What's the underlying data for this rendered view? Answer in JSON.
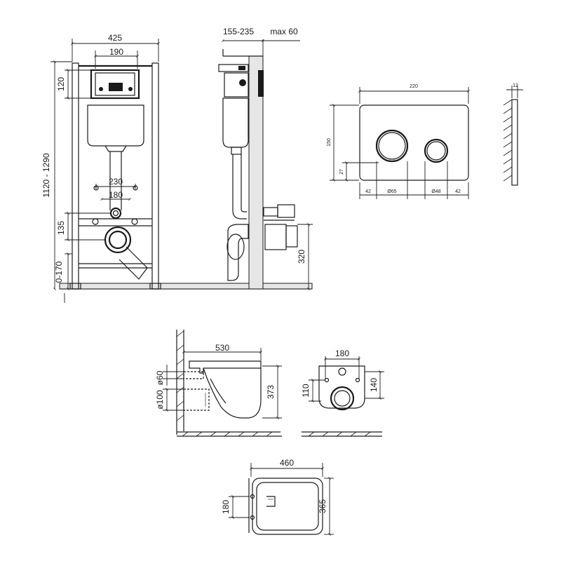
{
  "frame": {
    "width": "425",
    "flush_width": "190",
    "height_range": "1120 - 1290",
    "top_offset": "120",
    "stud_spacing": "230",
    "drain_spacing": "180",
    "outlet_height": "135",
    "foot_range": "0-170"
  },
  "side_view": {
    "depth_range": "155-235",
    "wall_max": "max 60",
    "outlet_height": "320"
  },
  "flush_plate": {
    "width": "220",
    "height": "150",
    "thickness": "12",
    "bottom_offset": "27",
    "margin_left": "42",
    "big_button": "Ø65",
    "small_button": "Ø48",
    "margin_right": "42"
  },
  "bowl_side": {
    "length": "530",
    "height": "373",
    "pipe_small": "ø60",
    "pipe_large": "ø100"
  },
  "bowl_back": {
    "stud_spacing": "180",
    "hole_height": "110",
    "height": "140"
  },
  "bowl_top": {
    "length": "460",
    "stud_spacing": "180",
    "width": "365"
  }
}
